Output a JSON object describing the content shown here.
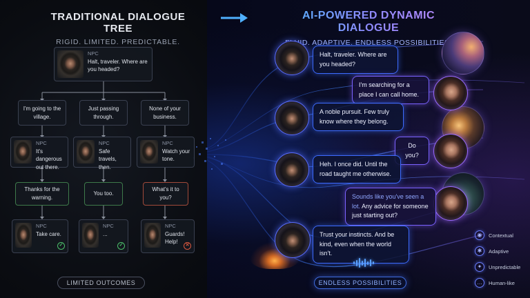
{
  "left": {
    "title": "TRADITIONAL DIALOGUE TREE",
    "subtitle": "RIGID. LIMITED. PREDICTABLE.",
    "root": {
      "tag": "NPC",
      "text": "Halt, traveler. Where are you headed?"
    },
    "choices": [
      "I'm going to the village.",
      "Just passing through.",
      "None of your business."
    ],
    "npc_replies": [
      {
        "tag": "NPC",
        "text": "It's dangerous out there."
      },
      {
        "tag": "NPC",
        "text": "Safe travels, then."
      },
      {
        "tag": "NPC",
        "text": "Watch your tone."
      }
    ],
    "player_replies": [
      "Thanks for the warning.",
      "You too.",
      "What's it to you?"
    ],
    "endings": [
      {
        "tag": "NPC",
        "text": "Take care.",
        "icon": "check-icon",
        "glyph": "✓"
      },
      {
        "tag": "NPC",
        "text": "...",
        "icon": "check-icon",
        "glyph": "✓"
      },
      {
        "tag": "NPC",
        "text": "Guards! Help!",
        "icon": "cross-icon",
        "glyph": "✕"
      }
    ],
    "footer": "LIMITED OUTCOMES"
  },
  "right": {
    "title": "AI-POWERED DYNAMIC DIALOGUE",
    "subtitle": "FLUID. ADAPTIVE. ENDLESS POSSIBILITIES.",
    "messages": [
      {
        "speaker": "npc",
        "text": "Halt, traveler. Where are you headed?"
      },
      {
        "speaker": "player",
        "text": "I'm searching for a place I can call home."
      },
      {
        "speaker": "npc",
        "text": "A noble pursuit. Few truly know where they belong."
      },
      {
        "speaker": "player",
        "text": "Do you?"
      },
      {
        "speaker": "npc",
        "text": "Heh. I once did. Until the road taught me otherwise."
      },
      {
        "speaker": "player",
        "highlight": "Sounds like you've seen a lot.",
        "text": " Any advice for someone just starting out?"
      },
      {
        "speaker": "npc",
        "text": "Trust your instincts. And be kind, even when the world isn't."
      }
    ],
    "legend": [
      {
        "label": "Contextual",
        "icon": "brain-icon",
        "glyph": "◉"
      },
      {
        "label": "Adaptive",
        "icon": "network-icon",
        "glyph": "✱"
      },
      {
        "label": "Unpredictable",
        "icon": "sparkle-icon",
        "glyph": "✦"
      },
      {
        "label": "Human-like",
        "icon": "chat-icon",
        "glyph": "…"
      }
    ],
    "footer": "ENDLESS POSSIBILITIES"
  },
  "colors": {
    "npc_border": "#3d6bff",
    "player_border": "#7a62ff",
    "success": "#4bbf6a",
    "failure": "#d9583f"
  }
}
